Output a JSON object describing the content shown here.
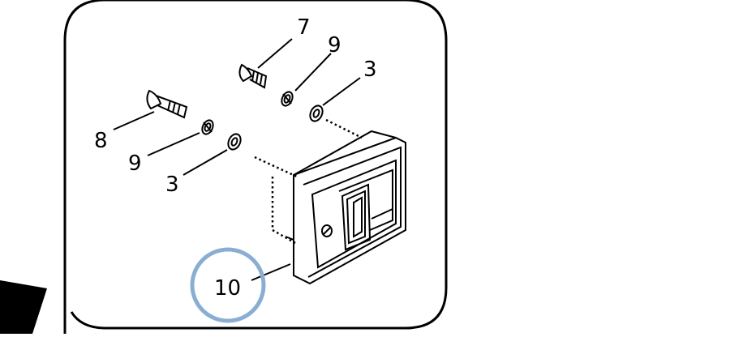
{
  "diagram": {
    "callouts": {
      "c7": "7",
      "c9_top": "9",
      "c3_top": "3",
      "c8": "8",
      "c9_left": "9",
      "c3_left": "3",
      "c10": "10"
    },
    "highlight_ring_color": "#8aaed2",
    "frame_color": "#000000"
  }
}
